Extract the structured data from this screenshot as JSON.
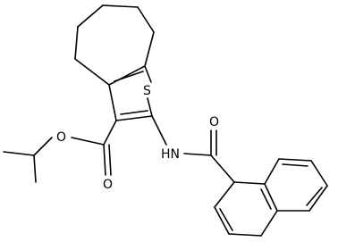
{
  "molecule": {
    "atoms": {
      "sulfur": "S",
      "ester_oxygen": "O",
      "carbonyl_oxygen_ester": "O",
      "carbonyl_oxygen_amide": "O",
      "amide_nitrogen": "HN"
    }
  }
}
